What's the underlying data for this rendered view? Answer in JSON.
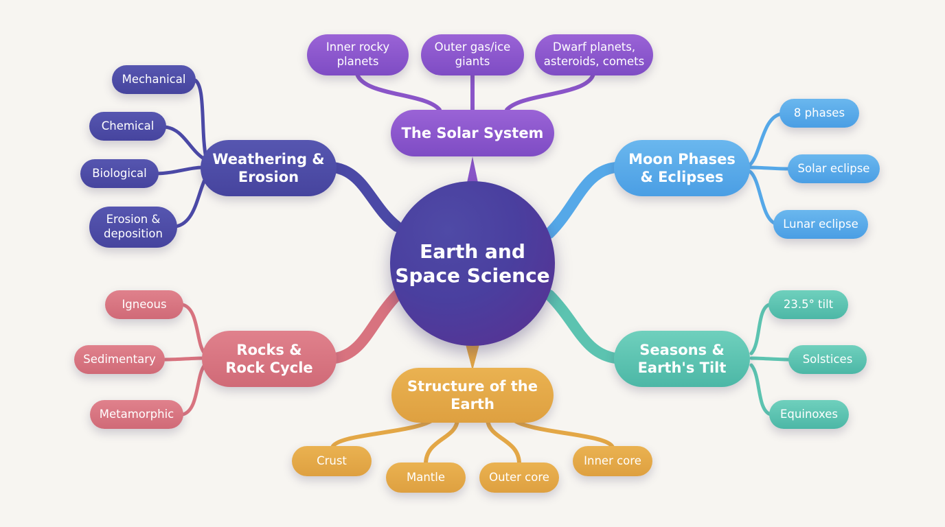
{
  "center": {
    "label_1": "Earth and",
    "label_2": "Space Science"
  },
  "colors": {
    "solar": "#8a55c8",
    "weathering": "#4b49a6",
    "moon": "#55a8e8",
    "rocks": "#d8737f",
    "seasons": "#5cc3b0",
    "structure": "#e3a746"
  },
  "branches": {
    "solar_system": {
      "label": "The Solar System",
      "leaves": [
        "Inner rocky planets",
        "Outer gas/ice giants",
        "Dwarf planets, asteroids, comets"
      ]
    },
    "weathering": {
      "label_1": "Weathering &",
      "label_2": "Erosion",
      "leaves": [
        "Mechanical",
        "Chemical",
        "Biological",
        "Erosion & deposition"
      ]
    },
    "moon": {
      "label_1": "Moon Phases",
      "label_2": "& Eclipses",
      "leaves": [
        "8 phases",
        "Solar eclipse",
        "Lunar eclipse"
      ]
    },
    "rocks": {
      "label_1": "Rocks &",
      "label_2": "Rock Cycle",
      "leaves": [
        "Igneous",
        "Sedimentary",
        "Metamorphic"
      ]
    },
    "seasons": {
      "label_1": "Seasons &",
      "label_2": "Earth's Tilt",
      "leaves": [
        "23.5° tilt",
        "Solstices",
        "Equinoxes"
      ]
    },
    "structure": {
      "label_1": "Structure of the",
      "label_2": "Earth",
      "leaves": [
        "Crust",
        "Mantle",
        "Outer core",
        "Inner core"
      ]
    }
  }
}
